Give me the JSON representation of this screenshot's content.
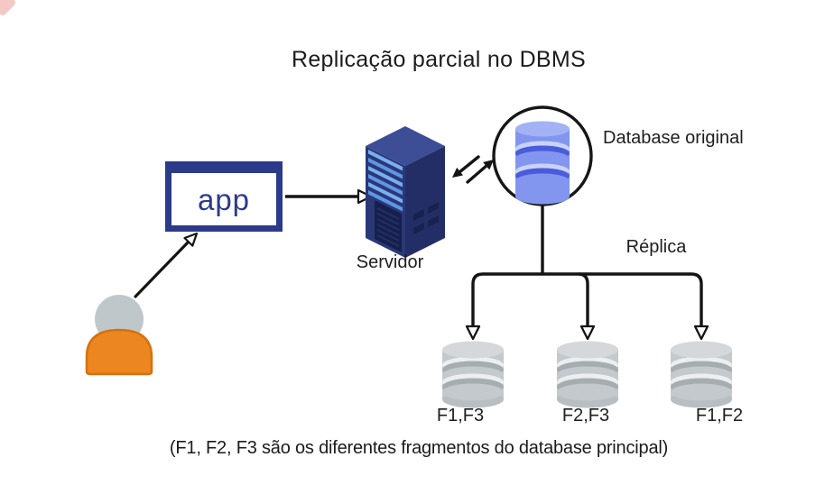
{
  "title": "Replicação parcial no DBMS",
  "caption": "(F1, F2, F3 são os diferentes fragmentos do database principal)",
  "nodes": {
    "user": {
      "description": "user-person-icon"
    },
    "app": {
      "label": "app"
    },
    "server": {
      "label": "Servidor"
    },
    "original_db": {
      "label": "Database original"
    },
    "replicas": [
      {
        "label": "F1,F3"
      },
      {
        "label": "F2,F3"
      },
      {
        "label": "F1,F2"
      }
    ]
  },
  "edges": {
    "replica_label": "Réplica",
    "user_to_app": "arrow",
    "app_to_server": "arrow",
    "server_db_sync": "bidirectional-arrows",
    "db_to_replicas": "three-branch-arrows"
  },
  "colors": {
    "accent_navy": "#2C3A8A",
    "server_body_blue": "#2B3878",
    "server_stripe_blue": "#6FA6EC",
    "original_db_blue": "#8296EF",
    "original_db_dark_blue": "#4A5CD9",
    "replica_db_gray": "#C3C9CC",
    "person_orange": "#EC8620",
    "person_head_gray": "#C0C7CB",
    "line_black": "#141414",
    "background": "#FFFFFF"
  }
}
